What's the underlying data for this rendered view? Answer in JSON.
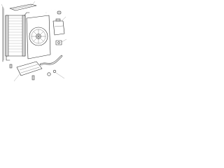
{
  "diagram": {
    "parts": [
      "radiator",
      "fan-shroud",
      "upper-hose",
      "lower-hose",
      "coolant-reservoir",
      "reservoir-cap",
      "thermostat-housing",
      "fan-motor",
      "mounting-bracket",
      "hose-clamp"
    ]
  }
}
